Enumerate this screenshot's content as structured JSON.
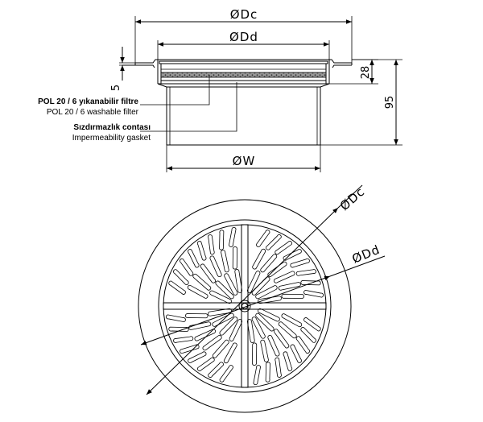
{
  "dimensions": {
    "dc": "ØDc",
    "dd": "ØDd",
    "w": "ØW",
    "h28": "28",
    "h95": "95",
    "h5": "5"
  },
  "labels": {
    "filter_tr": "POL 20 / 6 yıkanabilir filtre",
    "filter_en": "POL 20 / 6 washable filter",
    "gasket_tr": "Sızdırmazlık contası",
    "gasket_en": "Impermeability gasket"
  },
  "plan_dims": {
    "dc": "ØDc",
    "dd": "ØDd"
  }
}
